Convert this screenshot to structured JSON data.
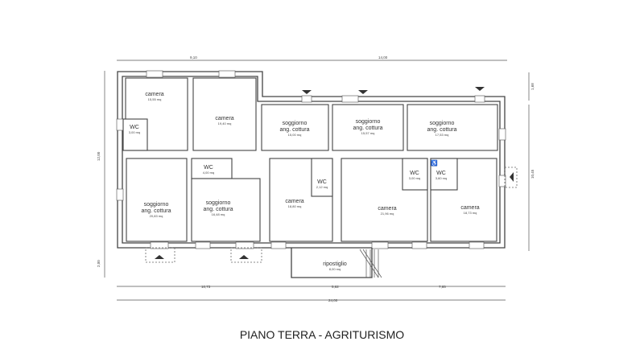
{
  "title": "PIANO TERRA - AGRITURISMO",
  "dimensions": {
    "top_left": "9,10",
    "top_right": "14,00",
    "left_total": "12,00",
    "left_lower": "2,00",
    "right_top": "1,68",
    "right_main": "10,45",
    "bottom_a": "10,73",
    "bottom_b": "5,62",
    "bottom_c": "7,65",
    "bottom_total": "24,00"
  },
  "rooms": [
    {
      "name": "camera",
      "area": "15,55 mq"
    },
    {
      "name": "WC",
      "area": "3,00 mq"
    },
    {
      "name": "camera",
      "area": "19,40 mq"
    },
    {
      "name": "soggiorno",
      "name2": "ang. cottura",
      "area": "15,00 mq"
    },
    {
      "name": "soggiorno",
      "name2": "ang. cottura",
      "area": "15,57 mq"
    },
    {
      "name": "soggiorno",
      "name2": "ang. cottura",
      "area": "17,53 mq"
    },
    {
      "name": "soggiorno",
      "name2": "ang. cottura",
      "area": "20,83 mq"
    },
    {
      "name": "WC",
      "area": "4,00 mq"
    },
    {
      "name": "soggiorno",
      "name2": "ang. cottura",
      "area": "16,48 mq"
    },
    {
      "name": "camera",
      "area": "18,80 mq"
    },
    {
      "name": "WC",
      "area": "2,12 mq"
    },
    {
      "name": "camera",
      "area": "21,96 mq"
    },
    {
      "name": "WC",
      "area": "3,00 mq"
    },
    {
      "name": "WC",
      "area": "3,60 mq"
    },
    {
      "name": "camera",
      "area": "18,73 mq"
    },
    {
      "name": "ripostiglio",
      "area": "8,00 mq"
    }
  ]
}
